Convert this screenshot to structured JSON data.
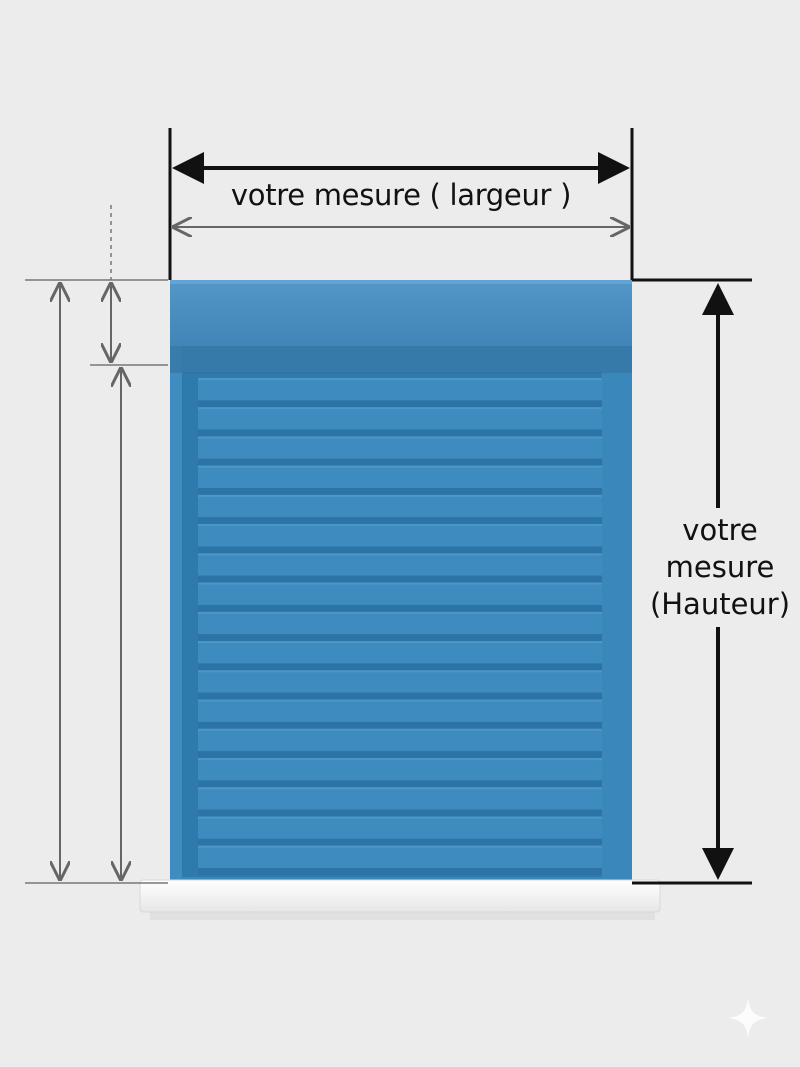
{
  "labels": {
    "width": "votre mesure ( largeur )",
    "height_line1": "votre",
    "height_line2": "mesure",
    "height_line3": "(Hauteur)"
  },
  "shutter": {
    "slat_count": 17
  },
  "colors": {
    "background": "#ececec",
    "shutter_blue": "#3a87ba",
    "coffre_blue": "#4b8ec0",
    "slat_dark": "#2d74a6",
    "sill": "#fafafa",
    "dimension_black": "#111111",
    "dimension_gray": "#666666"
  },
  "icons": {
    "corner_mark": "sparkle-icon"
  }
}
